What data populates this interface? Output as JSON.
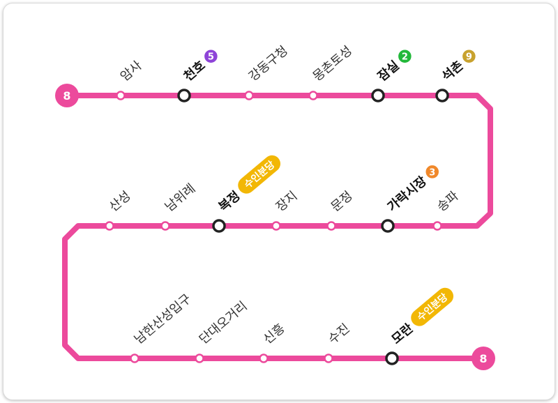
{
  "line": {
    "number": "8",
    "color": "#EC4A9C"
  },
  "colors": {
    "transfer_stroke": "#222222",
    "station_fill": "#ffffff",
    "line5": "#8E44D8",
    "line2": "#22B83A",
    "line9": "#C8A22E",
    "line3": "#F0882A",
    "suin": "#F2B705"
  },
  "stations": [
    {
      "name": "암사"
    },
    {
      "name": "천호",
      "transfer": true,
      "badges": [
        {
          "type": "circle",
          "text": "5",
          "color_key": "line5"
        }
      ]
    },
    {
      "name": "강동구청"
    },
    {
      "name": "몽촌토성"
    },
    {
      "name": "잠실",
      "transfer": true,
      "badges": [
        {
          "type": "circle",
          "text": "2",
          "color_key": "line2"
        }
      ]
    },
    {
      "name": "석촌",
      "transfer": true,
      "badges": [
        {
          "type": "circle",
          "text": "9",
          "color_key": "line9"
        }
      ]
    },
    {
      "name": "송파"
    },
    {
      "name": "가락시장",
      "transfer": true,
      "badges": [
        {
          "type": "circle",
          "text": "3",
          "color_key": "line3"
        }
      ]
    },
    {
      "name": "문정"
    },
    {
      "name": "장지"
    },
    {
      "name": "복정",
      "transfer": true,
      "badges": [
        {
          "type": "pill",
          "text": "수인분당",
          "color_key": "suin"
        }
      ]
    },
    {
      "name": "남위례"
    },
    {
      "name": "산성"
    },
    {
      "name": "남한산성입구"
    },
    {
      "name": "단대오거리"
    },
    {
      "name": "신흥"
    },
    {
      "name": "수진"
    },
    {
      "name": "모란",
      "transfer": true,
      "badges": [
        {
          "type": "pill",
          "text": "수인분당",
          "color_key": "suin"
        }
      ]
    }
  ]
}
